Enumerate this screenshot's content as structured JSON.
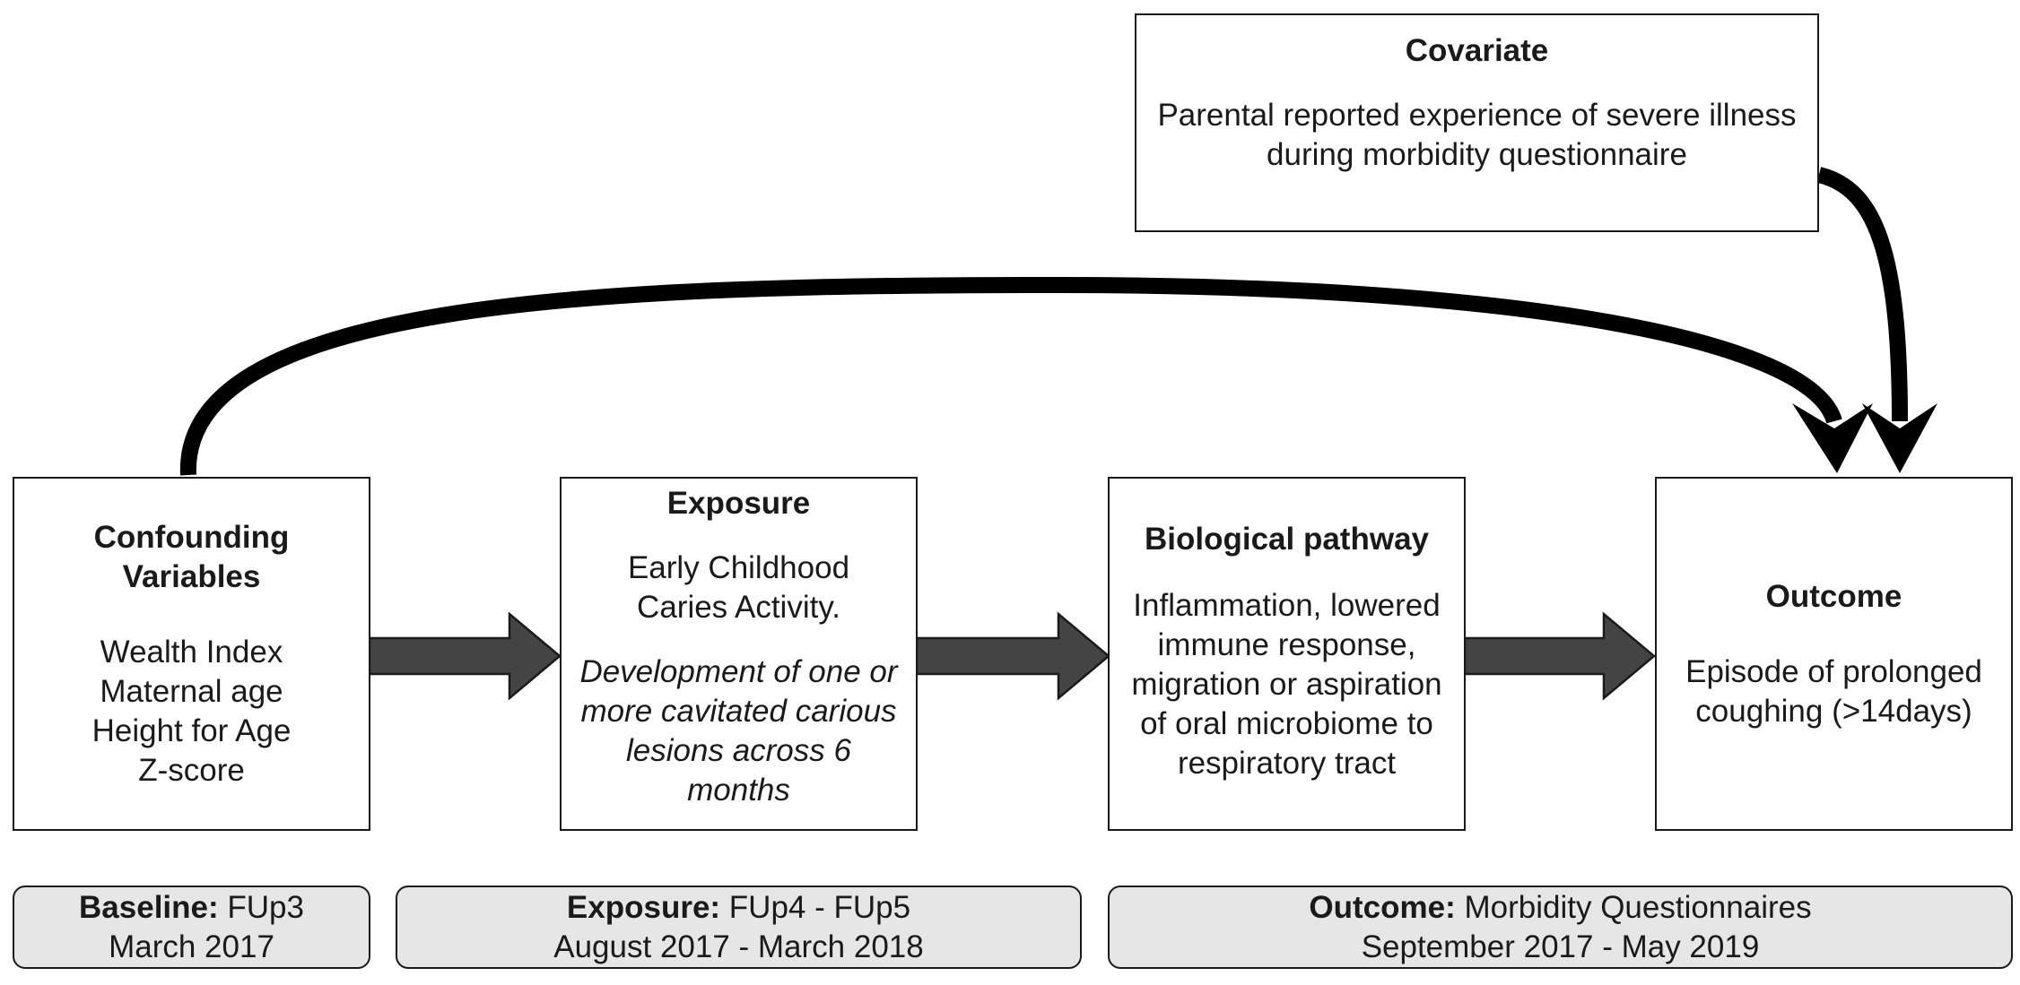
{
  "covariate": {
    "title": "Covariate",
    "text": "Parental reported experience of severe illness during morbidity questionnaire"
  },
  "confounders": {
    "title": "Confounding Variables",
    "items": [
      "Wealth Index",
      "Maternal age",
      "Height for Age",
      "Z-score"
    ]
  },
  "exposure": {
    "title": "Exposure",
    "text": "Early Childhood Caries Activity.",
    "italic": "Development of one or more cavitated carious lesions across 6 months"
  },
  "pathway": {
    "title": "Biological pathway",
    "text": "Inflammation, lowered immune response, migration or aspiration of oral microbiome to respiratory tract"
  },
  "outcome": {
    "title": "Outcome",
    "text": "Episode of prolonged coughing (>14days)"
  },
  "timeline": [
    {
      "label": "Baseline:",
      "value": "FUp3",
      "dates": "March 2017"
    },
    {
      "label": "Exposure:",
      "value": "FUp4 - FUp5",
      "dates": "August 2017 - March 2018"
    },
    {
      "label": "Outcome:",
      "value": "Morbidity Questionnaires",
      "dates": "September 2017 - May 2019"
    }
  ]
}
